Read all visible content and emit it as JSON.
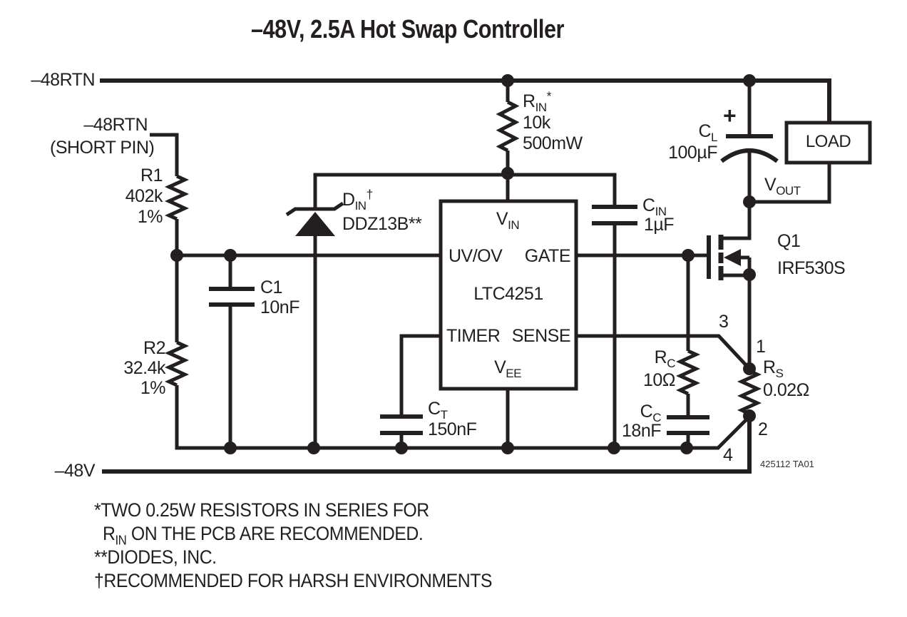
{
  "title": "–48V, 2.5A Hot Swap Controller",
  "rails": {
    "rtn_top": "–48RTN",
    "rtn_short_line1": "–48RTN",
    "rtn_short_line2": "(SHORT PIN)",
    "neg48": "–48V"
  },
  "ic": {
    "part": "LTC4251",
    "pins": {
      "vin_sym": "V",
      "vin_sub": "IN",
      "uvov": "UV/OV",
      "gate": "GATE",
      "timer": "TIMER",
      "sense": "SENSE",
      "vee_sym": "V",
      "vee_sub": "EE"
    }
  },
  "components": {
    "r1": {
      "name": "R1",
      "value": "402k",
      "tol": "1%"
    },
    "r2": {
      "name": "R2",
      "value": "32.4k",
      "tol": "1%"
    },
    "rin": {
      "sym": "R",
      "sub": "IN",
      "suffix": "*",
      "value": "10k",
      "power": "500mW"
    },
    "din": {
      "sym": "D",
      "sub": "IN",
      "suffix": "†",
      "part": "DDZ13B**"
    },
    "c1": {
      "name": "C1",
      "value": "10nF"
    },
    "cin": {
      "sym": "C",
      "sub": "IN",
      "value": "1µF"
    },
    "cl": {
      "sym": "C",
      "sub": "L",
      "value": "100µF",
      "polarity": "+"
    },
    "ct": {
      "sym": "C",
      "sub": "T",
      "value": "150nF"
    },
    "cc": {
      "sym": "C",
      "sub": "C",
      "value": "18nF"
    },
    "rc": {
      "sym": "R",
      "sub": "C",
      "value": "10Ω"
    },
    "rs": {
      "sym": "R",
      "sub": "S",
      "value": "0.02Ω",
      "pins": {
        "p1": "1",
        "p2": "2",
        "p3": "3",
        "p4": "4"
      }
    },
    "q1": {
      "name": "Q1",
      "part": "IRF530S"
    },
    "load": {
      "label": "LOAD"
    },
    "vout": {
      "sym": "V",
      "sub": "OUT"
    }
  },
  "notes": {
    "line1": "*TWO 0.25W RESISTORS IN SERIES FOR",
    "line2_pre": "R",
    "line2_sub": "IN",
    "line2_post": " ON THE PCB ARE RECOMMENDED.",
    "line3": "**DIODES, INC.",
    "line4": "†RECOMMENDED FOR HARSH ENVIRONMENTS"
  },
  "figure_id": "425112 TA01",
  "colors": {
    "line": "#231f20",
    "ic_fill": "#e5c1b9"
  }
}
